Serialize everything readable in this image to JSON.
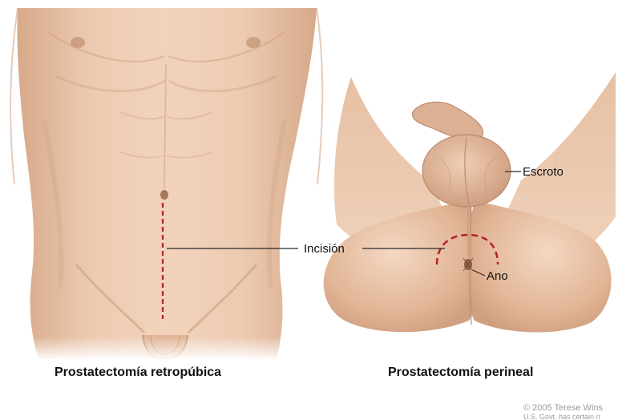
{
  "labels": {
    "escroto": "Escroto",
    "incision": "Incisión",
    "ano": "Ano"
  },
  "captions": {
    "left": "Prostatectomía retropúbica",
    "right": "Prostatectomía perineal"
  },
  "credit": {
    "line1": "© 2005 Terese Wins",
    "line2": "U.S. Govt. has certain ri"
  },
  "colors": {
    "skin": "#e9c2a4",
    "skin_shadow": "#c99a7c",
    "incision": "#b5202a",
    "leader": "#2a2a2a"
  }
}
